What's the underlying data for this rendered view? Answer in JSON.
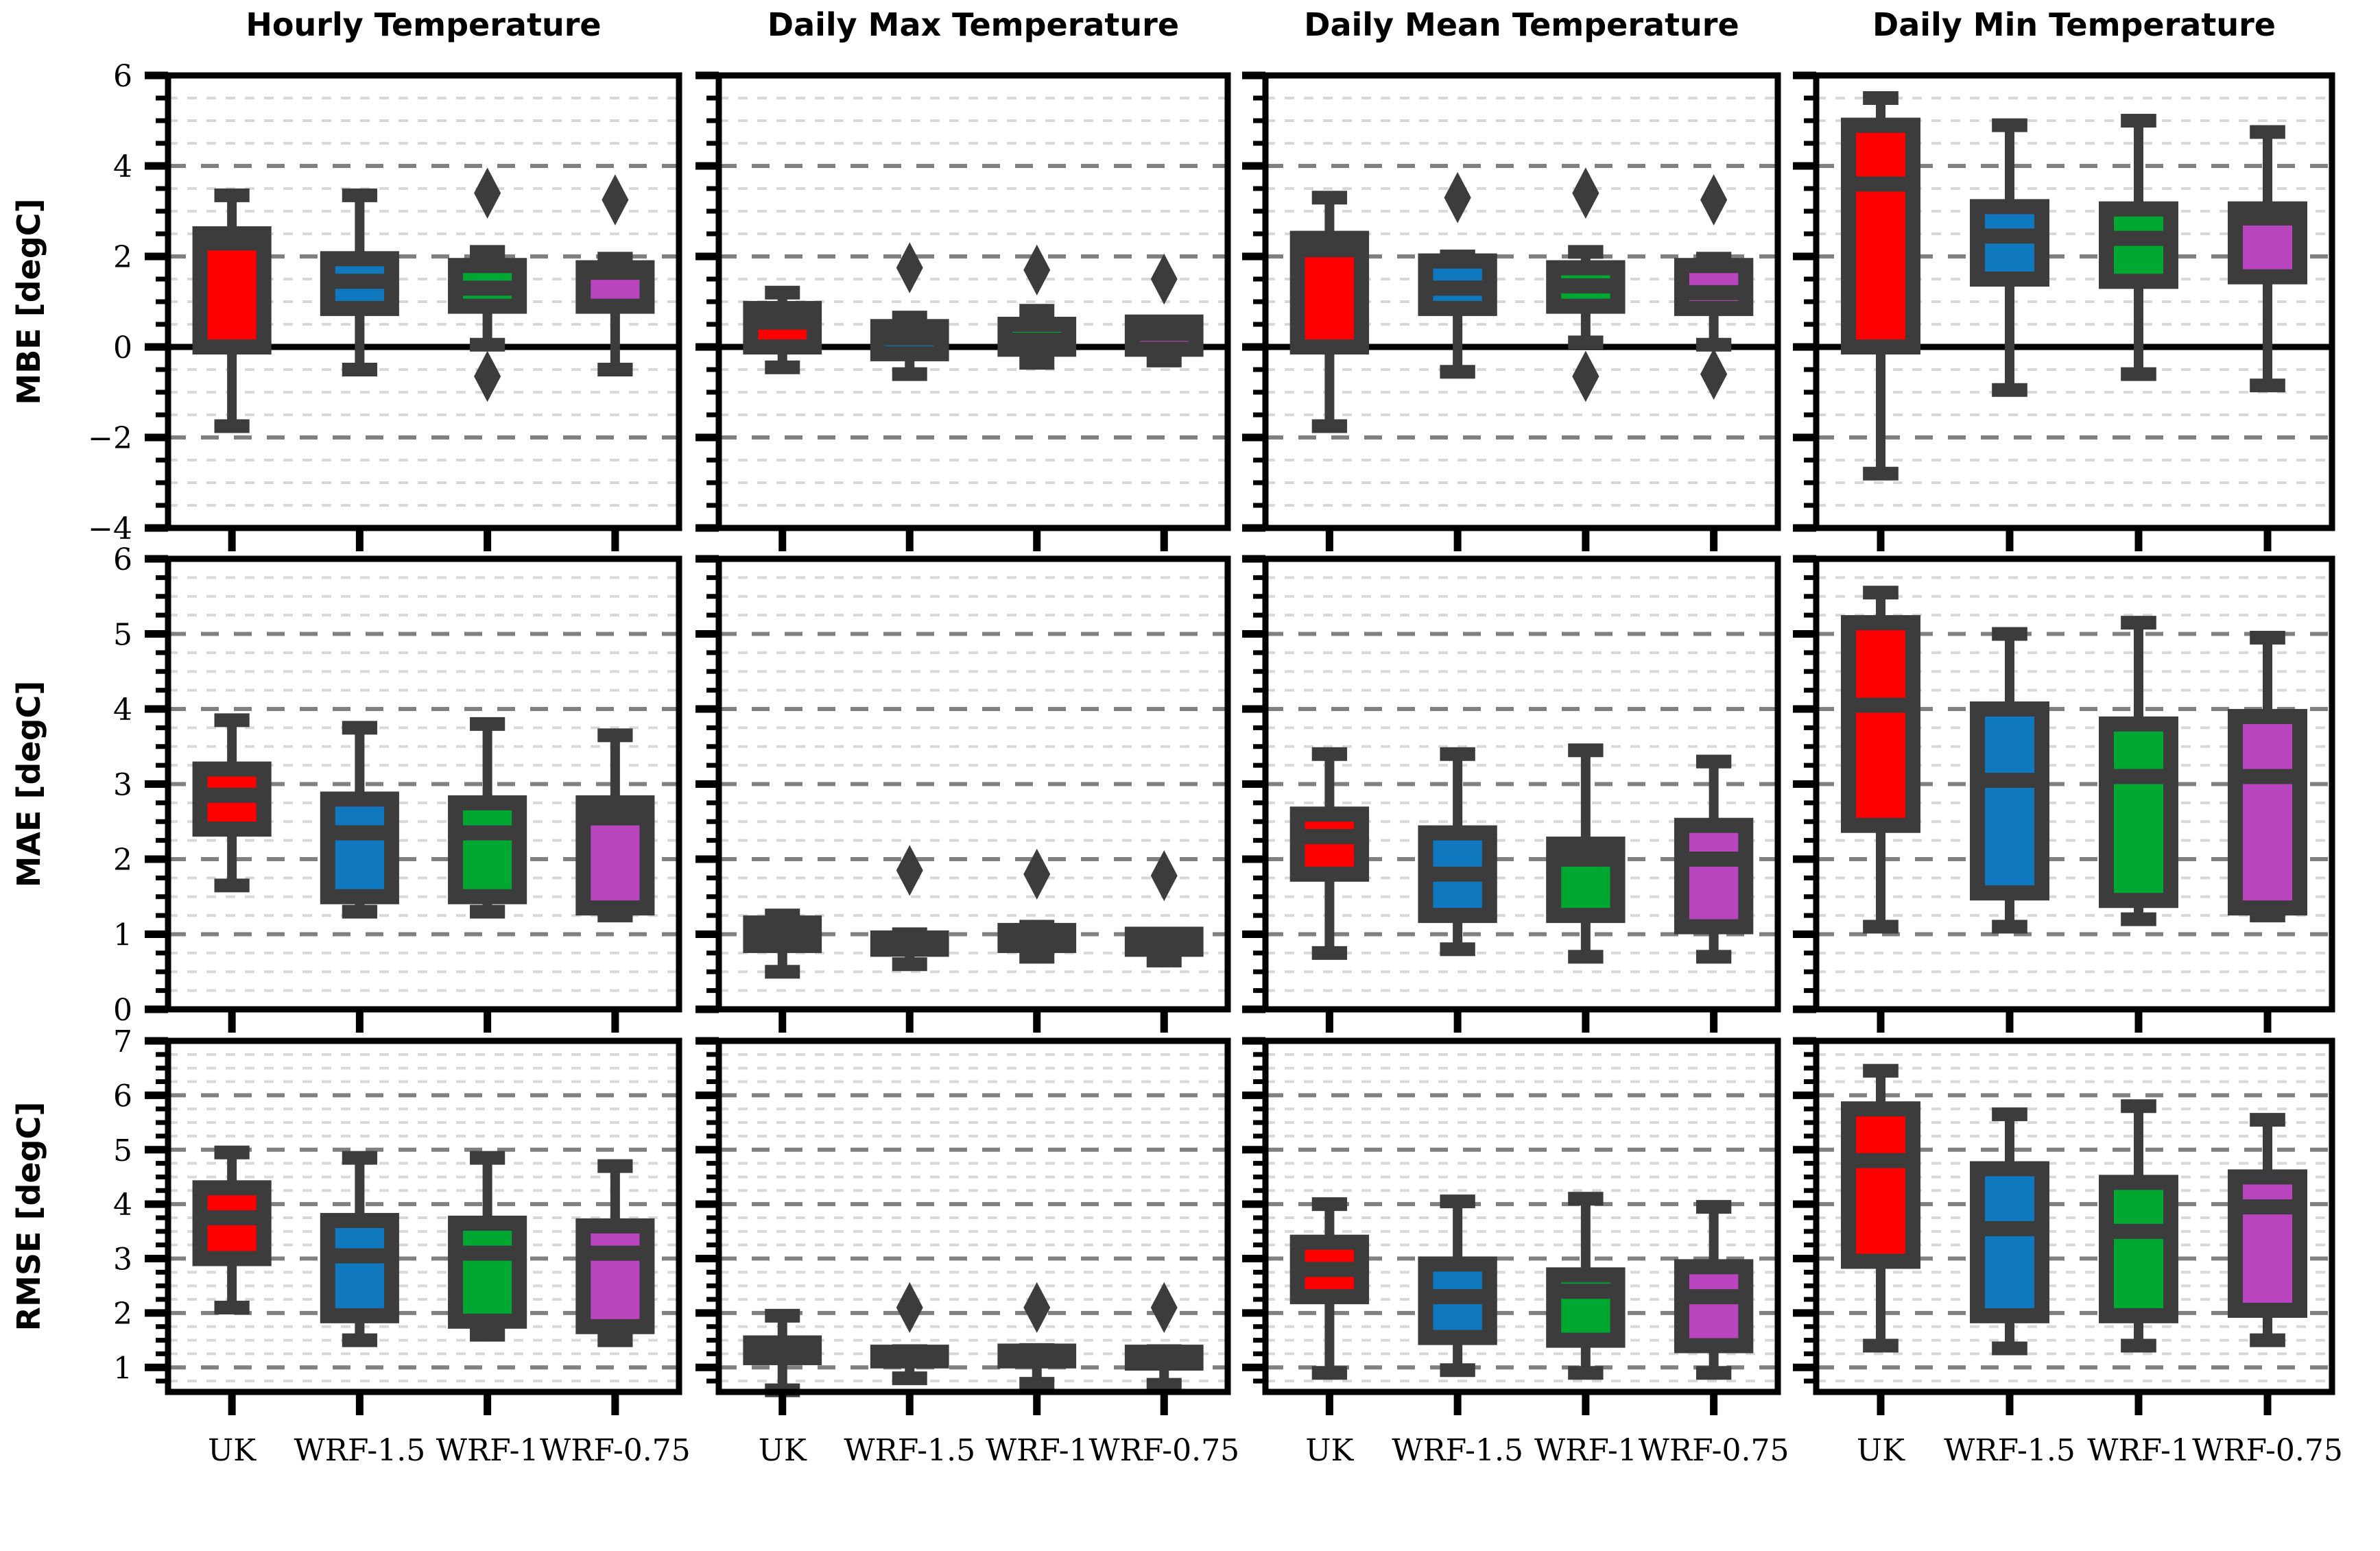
{
  "figure": {
    "column_titles": [
      "Hourly Temperature",
      "Daily Max Temperature",
      "Daily Mean Temperature",
      "Daily Min Temperature"
    ],
    "row_ylabels": [
      "MBE [degC]",
      "MAE [degC]",
      "RMSE [degC]"
    ],
    "x_categories": [
      "UK",
      "WRF-1.5",
      "WRF-1",
      "WRF-0.75"
    ],
    "series_colors": {
      "UK": "#ff0000",
      "WRF-1.5": "#1078be",
      "WRF-1": "#00a832",
      "WRF-0.75": "#b844be"
    },
    "edge_color": "#3c3c3c",
    "axis_color": "#000000",
    "major_grid_color": "#808080",
    "minor_grid_color": "#d8d8d8",
    "background": "#ffffff"
  },
  "chart_data": {
    "type": "box",
    "title": "",
    "xlabel": "",
    "categories": [
      "UK",
      "WRF-1.5",
      "WRF-1",
      "WRF-0.75"
    ],
    "panels": [
      {
        "row": 0,
        "col": 0,
        "row_metric": "MBE",
        "column_variable": "Hourly Temperature",
        "ylabel": "MBE [degC]",
        "ylim": [
          -4,
          6
        ],
        "yticks": [
          -4,
          -2,
          0,
          2,
          4,
          6
        ],
        "ytick_labels": [
          "-4",
          "-2",
          "0",
          "2",
          "4",
          "6"
        ],
        "minor_tick_step": 0.5,
        "zero_line": 0,
        "boxes": [
          {
            "label": "UK",
            "whisker_low": -1.75,
            "q1": 0.0,
            "median": 2.3,
            "q3": 2.5,
            "whisker_high": 3.35,
            "outliers": []
          },
          {
            "label": "WRF-1.5",
            "whisker_low": -0.5,
            "q1": 0.85,
            "median": 1.45,
            "q3": 1.95,
            "whisker_high": 3.35,
            "outliers": []
          },
          {
            "label": "WRF-1",
            "whisker_low": 0.05,
            "q1": 0.9,
            "median": 1.3,
            "q3": 1.8,
            "whisker_high": 2.1,
            "outliers": [
              3.4,
              -0.65
            ]
          },
          {
            "label": "WRF-0.75",
            "whisker_low": -0.5,
            "q1": 0.9,
            "median": 1.65,
            "q3": 1.75,
            "whisker_high": 1.95,
            "outliers": [
              3.25
            ]
          }
        ]
      },
      {
        "row": 0,
        "col": 1,
        "row_metric": "MBE",
        "column_variable": "Daily Max Temperature",
        "ylabel": "MBE [degC]",
        "ylim": [
          -4,
          6
        ],
        "yticks": [
          -4,
          -2,
          0,
          2,
          4,
          6
        ],
        "ytick_labels": [
          "-4",
          "-2",
          "0",
          "2",
          "4",
          "6"
        ],
        "minor_tick_step": 0.5,
        "zero_line": 0,
        "boxes": [
          {
            "label": "UK",
            "whisker_low": -0.45,
            "q1": 0.0,
            "median": 0.55,
            "q3": 0.85,
            "whisker_high": 1.2,
            "outliers": []
          },
          {
            "label": "WRF-1.5",
            "whisker_low": -0.6,
            "q1": -0.15,
            "median": 0.2,
            "q3": 0.45,
            "whisker_high": 0.65,
            "outliers": [
              1.75
            ]
          },
          {
            "label": "WRF-1",
            "whisker_low": -0.35,
            "q1": -0.05,
            "median": 0.15,
            "q3": 0.5,
            "whisker_high": 0.8,
            "outliers": [
              1.7
            ]
          },
          {
            "label": "WRF-0.75",
            "whisker_low": -0.3,
            "q1": -0.05,
            "median": 0.3,
            "q3": 0.55,
            "whisker_high": 0.55,
            "outliers": [
              1.5
            ]
          }
        ]
      },
      {
        "row": 0,
        "col": 2,
        "row_metric": "MBE",
        "column_variable": "Daily Mean Temperature",
        "ylabel": "MBE [degC]",
        "ylim": [
          -4,
          6
        ],
        "yticks": [
          -4,
          -2,
          0,
          2,
          4,
          6
        ],
        "ytick_labels": [
          "-4",
          "-2",
          "0",
          "2",
          "4",
          "6"
        ],
        "minor_tick_step": 0.5,
        "zero_line": 0,
        "boxes": [
          {
            "label": "UK",
            "whisker_low": -1.75,
            "q1": 0.0,
            "median": 2.15,
            "q3": 2.4,
            "whisker_high": 3.3,
            "outliers": []
          },
          {
            "label": "WRF-1.5",
            "whisker_low": -0.55,
            "q1": 0.85,
            "median": 1.3,
            "q3": 1.9,
            "whisker_high": 2.0,
            "outliers": [
              3.3
            ]
          },
          {
            "label": "WRF-1",
            "whisker_low": 0.1,
            "q1": 0.9,
            "median": 1.35,
            "q3": 1.75,
            "whisker_high": 2.1,
            "outliers": [
              3.4,
              -0.65
            ]
          },
          {
            "label": "WRF-0.75",
            "whisker_low": 0.05,
            "q1": 0.85,
            "median": 1.2,
            "q3": 1.8,
            "whisker_high": 1.95,
            "outliers": [
              3.25,
              -0.6
            ]
          }
        ]
      },
      {
        "row": 0,
        "col": 3,
        "row_metric": "MBE",
        "column_variable": "Daily Min Temperature",
        "ylabel": "MBE [degC]",
        "ylim": [
          -4,
          6
        ],
        "yticks": [
          -4,
          -2,
          0,
          2,
          4,
          6
        ],
        "ytick_labels": [
          "-4",
          "-2",
          "0",
          "2",
          "4",
          "6"
        ],
        "minor_tick_step": 0.5,
        "zero_line": 0,
        "boxes": [
          {
            "label": "UK",
            "whisker_low": -2.8,
            "q1": 0.0,
            "median": 3.6,
            "q3": 4.9,
            "whisker_high": 5.5,
            "outliers": []
          },
          {
            "label": "WRF-1.5",
            "whisker_low": -0.95,
            "q1": 1.5,
            "median": 2.45,
            "q3": 3.1,
            "whisker_high": 4.9,
            "outliers": []
          },
          {
            "label": "WRF-1",
            "whisker_low": -0.6,
            "q1": 1.45,
            "median": 2.4,
            "q3": 3.05,
            "whisker_high": 5.0,
            "outliers": []
          },
          {
            "label": "WRF-0.75",
            "whisker_low": -0.85,
            "q1": 1.55,
            "median": 2.85,
            "q3": 3.05,
            "whisker_high": 4.75,
            "outliers": []
          }
        ]
      },
      {
        "row": 1,
        "col": 0,
        "row_metric": "MAE",
        "column_variable": "Hourly Temperature",
        "ylabel": "MAE [degC]",
        "ylim": [
          0,
          6
        ],
        "yticks": [
          0,
          1,
          2,
          3,
          4,
          5,
          6
        ],
        "ytick_labels": [
          "0",
          "1",
          "2",
          "3",
          "4",
          "5",
          "6"
        ],
        "minor_tick_step": 0.25,
        "zero_line": null,
        "boxes": [
          {
            "label": "UK",
            "whisker_low": 1.65,
            "q1": 2.4,
            "median": 2.85,
            "q3": 3.2,
            "whisker_high": 3.85,
            "outliers": []
          },
          {
            "label": "WRF-1.5",
            "whisker_low": 1.3,
            "q1": 1.5,
            "median": 2.35,
            "q3": 2.8,
            "whisker_high": 3.75,
            "outliers": []
          },
          {
            "label": "WRF-1",
            "whisker_low": 1.3,
            "q1": 1.5,
            "median": 2.35,
            "q3": 2.75,
            "whisker_high": 3.8,
            "outliers": []
          },
          {
            "label": "WRF-0.75",
            "whisker_low": 1.25,
            "q1": 1.35,
            "median": 2.55,
            "q3": 2.75,
            "whisker_high": 3.65,
            "outliers": []
          }
        ]
      },
      {
        "row": 1,
        "col": 1,
        "row_metric": "MAE",
        "column_variable": "Daily Max Temperature",
        "ylabel": "MAE [degC]",
        "ylim": [
          0,
          6
        ],
        "yticks": [
          0,
          1,
          2,
          3,
          4,
          5,
          6
        ],
        "ytick_labels": [
          "0",
          "1",
          "2",
          "3",
          "4",
          "5",
          "6"
        ],
        "minor_tick_step": 0.25,
        "zero_line": null,
        "boxes": [
          {
            "label": "UK",
            "whisker_low": 0.5,
            "q1": 0.85,
            "median": 1.0,
            "q3": 1.15,
            "whisker_high": 1.25,
            "outliers": []
          },
          {
            "label": "WRF-1.5",
            "whisker_low": 0.6,
            "q1": 0.8,
            "median": 0.88,
            "q3": 0.95,
            "whisker_high": 1.0,
            "outliers": [
              1.85
            ]
          },
          {
            "label": "WRF-1",
            "whisker_low": 0.7,
            "q1": 0.85,
            "median": 0.95,
            "q3": 1.05,
            "whisker_high": 1.1,
            "outliers": [
              1.8
            ]
          },
          {
            "label": "WRF-0.75",
            "whisker_low": 0.65,
            "q1": 0.8,
            "median": 0.9,
            "q3": 1.0,
            "whisker_high": 1.0,
            "outliers": [
              1.78
            ]
          }
        ]
      },
      {
        "row": 1,
        "col": 2,
        "row_metric": "MAE",
        "column_variable": "Daily Mean Temperature",
        "ylabel": "MAE [degC]",
        "ylim": [
          0,
          6
        ],
        "yticks": [
          0,
          1,
          2,
          3,
          4,
          5,
          6
        ],
        "ytick_labels": [
          "0",
          "1",
          "2",
          "3",
          "4",
          "5",
          "6"
        ],
        "minor_tick_step": 0.25,
        "zero_line": null,
        "boxes": [
          {
            "label": "UK",
            "whisker_low": 0.75,
            "q1": 1.8,
            "median": 2.3,
            "q3": 2.6,
            "whisker_high": 3.4,
            "outliers": []
          },
          {
            "label": "WRF-1.5",
            "whisker_low": 0.8,
            "q1": 1.25,
            "median": 1.8,
            "q3": 2.35,
            "whisker_high": 3.4,
            "outliers": []
          },
          {
            "label": "WRF-1",
            "whisker_low": 0.7,
            "q1": 1.25,
            "median": 2.0,
            "q3": 2.2,
            "whisker_high": 3.45,
            "outliers": []
          },
          {
            "label": "WRF-0.75",
            "whisker_low": 0.7,
            "q1": 1.1,
            "median": 2.0,
            "q3": 2.45,
            "whisker_high": 3.3,
            "outliers": []
          }
        ]
      },
      {
        "row": 1,
        "col": 3,
        "row_metric": "MAE",
        "column_variable": "Daily Min Temperature",
        "ylabel": "MAE [degC]",
        "ylim": [
          0,
          6
        ],
        "yticks": [
          0,
          1,
          2,
          3,
          4,
          5,
          6
        ],
        "ytick_labels": [
          "0",
          "1",
          "2",
          "3",
          "4",
          "5",
          "6"
        ],
        "minor_tick_step": 0.25,
        "zero_line": null,
        "boxes": [
          {
            "label": "UK",
            "whisker_low": 1.1,
            "q1": 2.45,
            "median": 4.05,
            "q3": 5.15,
            "whisker_high": 5.55,
            "outliers": []
          },
          {
            "label": "WRF-1.5",
            "whisker_low": 1.1,
            "q1": 1.55,
            "median": 3.05,
            "q3": 4.0,
            "whisker_high": 5.0,
            "outliers": []
          },
          {
            "label": "WRF-1",
            "whisker_low": 1.2,
            "q1": 1.45,
            "median": 3.1,
            "q3": 3.8,
            "whisker_high": 5.15,
            "outliers": []
          },
          {
            "label": "WRF-0.75",
            "whisker_low": 1.25,
            "q1": 1.35,
            "median": 3.1,
            "q3": 3.9,
            "whisker_high": 4.95,
            "outliers": []
          }
        ]
      },
      {
        "row": 2,
        "col": 0,
        "row_metric": "RMSE",
        "column_variable": "Hourly Temperature",
        "ylabel": "RMSE [degC]",
        "ylim": [
          0.55,
          7
        ],
        "yticks": [
          1,
          2,
          3,
          4,
          5,
          6,
          7
        ],
        "ytick_labels": [
          "1",
          "2",
          "3",
          "4",
          "5",
          "6",
          "7"
        ],
        "minor_tick_step": 0.25,
        "zero_line": null,
        "boxes": [
          {
            "label": "UK",
            "whisker_low": 2.1,
            "q1": 3.0,
            "median": 3.75,
            "q3": 4.3,
            "whisker_high": 4.95,
            "outliers": []
          },
          {
            "label": "WRF-1.5",
            "whisker_low": 1.5,
            "q1": 1.95,
            "median": 3.05,
            "q3": 3.7,
            "whisker_high": 4.85,
            "outliers": []
          },
          {
            "label": "WRF-1",
            "whisker_low": 1.6,
            "q1": 1.85,
            "median": 3.1,
            "q3": 3.65,
            "whisker_high": 4.85,
            "outliers": []
          },
          {
            "label": "WRF-0.75",
            "whisker_low": 1.5,
            "q1": 1.75,
            "median": 3.1,
            "q3": 3.6,
            "whisker_high": 4.7,
            "outliers": []
          }
        ]
      },
      {
        "row": 2,
        "col": 1,
        "row_metric": "RMSE",
        "column_variable": "Daily Max Temperature",
        "ylabel": "RMSE [degC]",
        "ylim": [
          0.55,
          7
        ],
        "yticks": [
          1,
          2,
          3,
          4,
          5,
          6,
          7
        ],
        "ytick_labels": [
          "1",
          "2",
          "3",
          "4",
          "5",
          "6",
          "7"
        ],
        "minor_tick_step": 0.25,
        "zero_line": null,
        "boxes": [
          {
            "label": "UK",
            "whisker_low": 0.58,
            "q1": 1.18,
            "median": 1.35,
            "q3": 1.45,
            "whisker_high": 1.95,
            "outliers": []
          },
          {
            "label": "WRF-1.5",
            "whisker_low": 0.8,
            "q1": 1.12,
            "median": 1.2,
            "q3": 1.28,
            "whisker_high": 1.3,
            "outliers": [
              2.1
            ]
          },
          {
            "label": "WRF-1",
            "whisker_low": 0.7,
            "q1": 1.12,
            "median": 1.22,
            "q3": 1.3,
            "whisker_high": 1.32,
            "outliers": [
              2.1
            ]
          },
          {
            "label": "WRF-0.75",
            "whisker_low": 0.68,
            "q1": 1.08,
            "median": 1.2,
            "q3": 1.28,
            "whisker_high": 1.3,
            "outliers": [
              2.1
            ]
          }
        ]
      },
      {
        "row": 2,
        "col": 2,
        "row_metric": "RMSE",
        "column_variable": "Daily Mean Temperature",
        "ylabel": "RMSE [degC]",
        "ylim": [
          0.55,
          7
        ],
        "yticks": [
          1,
          2,
          3,
          4,
          5,
          6,
          7
        ],
        "ytick_labels": [
          "1",
          "2",
          "3",
          "4",
          "5",
          "6",
          "7"
        ],
        "minor_tick_step": 0.25,
        "zero_line": null,
        "boxes": [
          {
            "label": "UK",
            "whisker_low": 0.9,
            "q1": 2.3,
            "median": 2.8,
            "q3": 3.3,
            "whisker_high": 4.0,
            "outliers": []
          },
          {
            "label": "WRF-1.5",
            "whisker_low": 0.95,
            "q1": 1.55,
            "median": 2.3,
            "q3": 2.9,
            "whisker_high": 4.05,
            "outliers": []
          },
          {
            "label": "WRF-1",
            "whisker_low": 0.9,
            "q1": 1.5,
            "median": 2.4,
            "q3": 2.7,
            "whisker_high": 4.1,
            "outliers": []
          },
          {
            "label": "WRF-0.75",
            "whisker_low": 0.9,
            "q1": 1.4,
            "median": 2.3,
            "q3": 2.85,
            "whisker_high": 3.95,
            "outliers": []
          }
        ]
      },
      {
        "row": 2,
        "col": 3,
        "row_metric": "RMSE",
        "column_variable": "Daily Min Temperature",
        "ylabel": "RMSE [degC]",
        "ylim": [
          0.55,
          7
        ],
        "yticks": [
          1,
          2,
          3,
          4,
          5,
          6,
          7
        ],
        "ytick_labels": [
          "1",
          "2",
          "3",
          "4",
          "5",
          "6",
          "7"
        ],
        "minor_tick_step": 0.25,
        "zero_line": null,
        "boxes": [
          {
            "label": "UK",
            "whisker_low": 1.4,
            "q1": 2.95,
            "median": 4.8,
            "q3": 5.75,
            "whisker_high": 6.45,
            "outliers": []
          },
          {
            "label": "WRF-1.5",
            "whisker_low": 1.35,
            "q1": 1.95,
            "median": 3.55,
            "q3": 4.65,
            "whisker_high": 5.65,
            "outliers": []
          },
          {
            "label": "WRF-1",
            "whisker_low": 1.4,
            "q1": 1.95,
            "median": 3.5,
            "q3": 4.4,
            "whisker_high": 5.8,
            "outliers": []
          },
          {
            "label": "WRF-0.75",
            "whisker_low": 1.5,
            "q1": 2.05,
            "median": 3.95,
            "q3": 4.5,
            "whisker_high": 5.55,
            "outliers": []
          }
        ]
      }
    ]
  }
}
